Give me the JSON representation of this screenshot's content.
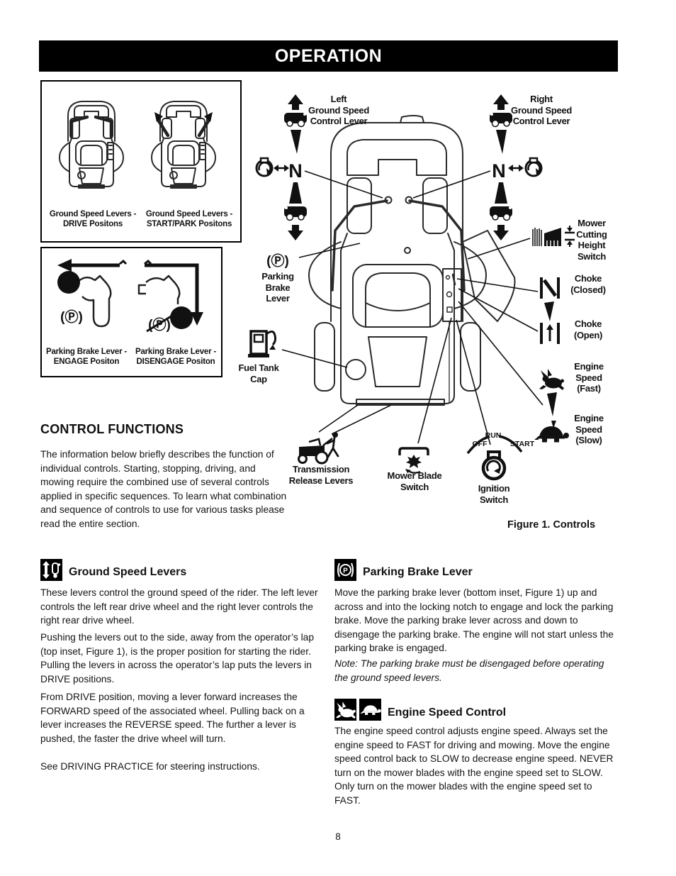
{
  "header": {
    "title": "OPERATION"
  },
  "inset_ground_speed": {
    "caption_left": "Ground Speed Levers -\nDRIVE Positons",
    "caption_right": "Ground Speed Levers -\nSTART/PARK Positons"
  },
  "inset_parking_brake": {
    "caption_left": "Parking Brake Lever -\nENGAGE Positon",
    "caption_right": "Parking Brake Lever -\nDISENGAGE Positon",
    "symbol_engage": "(Ⓟ)",
    "symbol_disengage": "(Ⓟ)"
  },
  "figure": {
    "caption": "Figure 1. Controls",
    "labels": {
      "left_lever": "Left\nGround Speed\nControl Lever",
      "right_lever": "Right\nGround Speed\nControl Lever",
      "neutral_left": "N",
      "neutral_right": "N",
      "parking_brake_symbol": "(Ⓟ)",
      "parking_brake": "Parking\nBrake\nLever",
      "fuel_tank": "Fuel Tank\nCap",
      "transmission": "Transmission\nRelease Levers",
      "mower_blade": "Mower Blade\nSwitch",
      "ignition": "Ignition\nSwitch",
      "ignition_off": "OFF",
      "ignition_run": "RUN",
      "ignition_start": "START",
      "cutting_height": "Mower\nCutting\nHeight\nSwitch",
      "choke_closed": "Choke\n(Closed)",
      "choke_open": "Choke\n(Open)",
      "engine_fast": "Engine\nSpeed\n(Fast)",
      "engine_slow": "Engine\nSpeed\n(Slow)"
    }
  },
  "sections": {
    "control_functions": {
      "heading": "CONTROL FUNCTIONS",
      "intro": "The information below briefly describes the function of individual controls. Starting, stopping, driving, and mowing require the combined use of several controls applied in specific sequences. To learn what combination and sequence of controls to use for various tasks please read the entire section."
    },
    "ground_speed_levers": {
      "heading": "Ground Speed Levers",
      "p1": "These levers control the ground speed of the rider. The left lever controls the left rear drive wheel and the right lever controls the right rear drive wheel.",
      "p2": "Pushing the levers out to the side, away from the operator’s lap (top inset, Figure 1), is the proper position for starting the rider. Pulling the levers in across the operator’s lap puts the levers in DRIVE positions.",
      "p3": "From DRIVE position, moving a lever forward increases the FORWARD speed of the associated wheel. Pulling back on a lever increases the REVERSE speed. The further a lever is pushed, the faster the drive wheel will turn.",
      "p4": "See DRIVING PRACTICE for steering instructions."
    },
    "parking_brake_lever": {
      "heading": "Parking Brake Lever",
      "p1": "Move the parking brake lever (bottom inset, Figure 1) up and across and into the locking notch to engage and lock the parking brake. Move the parking brake lever across and down to disengage the parking brake. The engine will not start unless the parking brake is engaged.",
      "note": "Note: The parking brake must be disengaged before operating the ground speed levers."
    },
    "engine_speed_control": {
      "heading": "Engine Speed Control",
      "p1": "The engine speed control adjusts engine speed. Always set the engine speed to FAST for driving and mowing. Move the engine speed control back to SLOW to decrease engine speed. NEVER turn on the mower blades with the engine speed set to SLOW. Only turn on the mower blades with the engine speed set to FAST."
    }
  },
  "footer": {
    "page_number": "8"
  }
}
